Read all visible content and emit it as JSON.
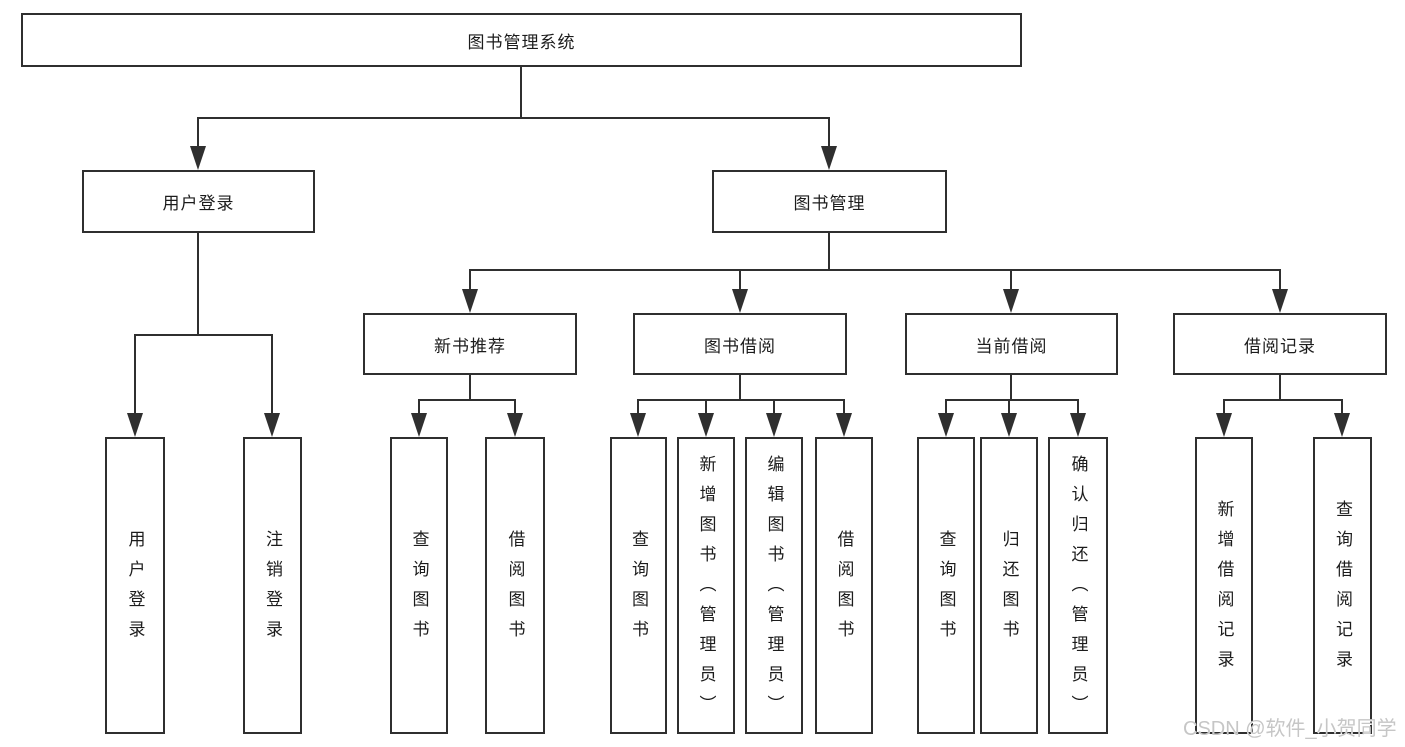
{
  "diagram": {
    "root": {
      "label": "图书管理系统"
    },
    "branches": [
      {
        "label": "用户登录",
        "children": [
          {
            "label": "用户登录"
          },
          {
            "label": "注销登录"
          }
        ]
      },
      {
        "label": "图书管理",
        "children": [
          {
            "label": "新书推荐",
            "children": [
              {
                "label": "查询图书"
              },
              {
                "label": "借阅图书"
              }
            ]
          },
          {
            "label": "图书借阅",
            "children": [
              {
                "label": "查询图书"
              },
              {
                "label": "新增图书（管理员）"
              },
              {
                "label": "编辑图书（管理员）"
              },
              {
                "label": "借阅图书"
              }
            ]
          },
          {
            "label": "当前借阅",
            "children": [
              {
                "label": "查询图书"
              },
              {
                "label": "归还图书"
              },
              {
                "label": "确认归还（管理员）"
              }
            ]
          },
          {
            "label": "借阅记录",
            "children": [
              {
                "label": "新增借阅记录"
              },
              {
                "label": "查询借阅记录"
              }
            ]
          }
        ]
      }
    ],
    "watermark": {
      "text": "CSDN @软件_小贺同学"
    },
    "colors": {
      "line": "#2f2f2f",
      "text": "#1c1c1c",
      "watermark": "#c6c6c6",
      "background": "#ffffff"
    }
  }
}
